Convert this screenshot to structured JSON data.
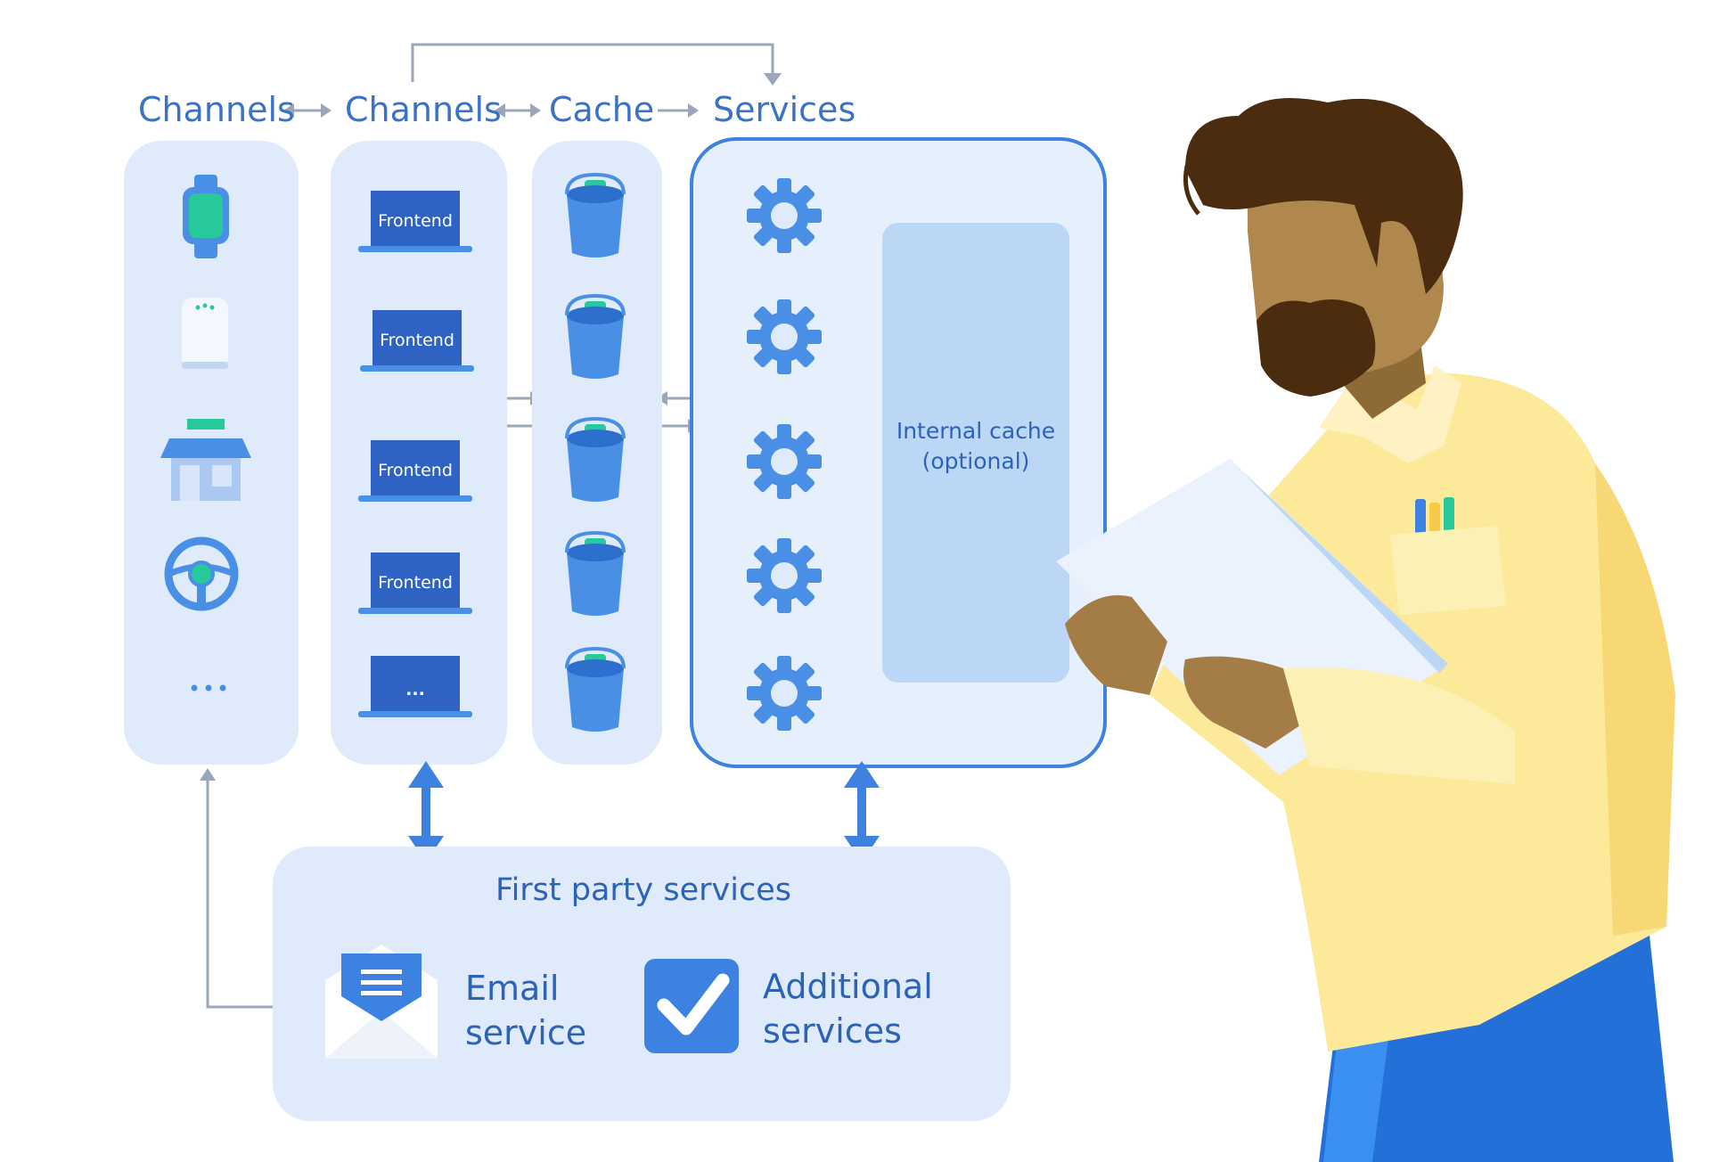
{
  "headers": {
    "channels_1": "Channels",
    "channels_2": "Channels",
    "cache": "Cache",
    "services": "Services"
  },
  "frontend_label": "Frontend",
  "more_label": "...",
  "internal_cache": {
    "line1": "Internal cache",
    "line2": "(optional)"
  },
  "first_party": {
    "title": "First party services",
    "email": {
      "line1": "Email",
      "line2": "service"
    },
    "additional": {
      "line1": "Additional",
      "line2": "services"
    }
  },
  "colors": {
    "panel": "#dfeafb",
    "accent_blue": "#3d82e0",
    "text_blue": "#2c62b8",
    "cache_green": "#27c99a",
    "shirt_yellow": "#fde99a",
    "pants_blue": "#2270d8",
    "skin": "#b0884e",
    "hair": "#4b2c0f"
  },
  "icons": [
    "smartwatch-icon",
    "smart-speaker-icon",
    "storefront-icon",
    "steering-wheel-icon",
    "ellipsis-icon",
    "laptop-icon",
    "bucket-icon",
    "gear-icon",
    "envelope-icon",
    "checkbox-icon"
  ]
}
